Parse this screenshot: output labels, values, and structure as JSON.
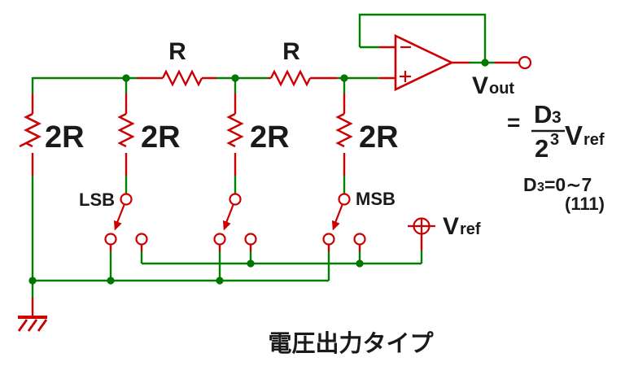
{
  "diagram": {
    "caption": "電圧出力タイプ",
    "colors": {
      "wire_green": "#008000",
      "component_red": "#cc0000",
      "junction_green": "#007500",
      "text_black": "#1a1a1a",
      "background": "#ffffff"
    },
    "resistors": {
      "series_r1": "R",
      "series_r2": "R",
      "shunt_r1": "2R",
      "shunt_r2": "2R",
      "shunt_r3": "2R",
      "shunt_r4": "2R"
    },
    "switches": {
      "lsb_label": "LSB",
      "msb_label": "MSB"
    },
    "output_label": {
      "main": "V",
      "sub": "out"
    },
    "reference_label": {
      "main": "V",
      "sub": "ref"
    },
    "formula": {
      "equals": "=",
      "numerator": "D",
      "numerator_sub": "3",
      "denominator": "2",
      "denominator_sup": "3",
      "vref_main": "V",
      "vref_sub": "ref"
    },
    "note": {
      "d": "D",
      "d_sub": "3",
      "range": "=0∼7",
      "binary": "(111)"
    }
  }
}
